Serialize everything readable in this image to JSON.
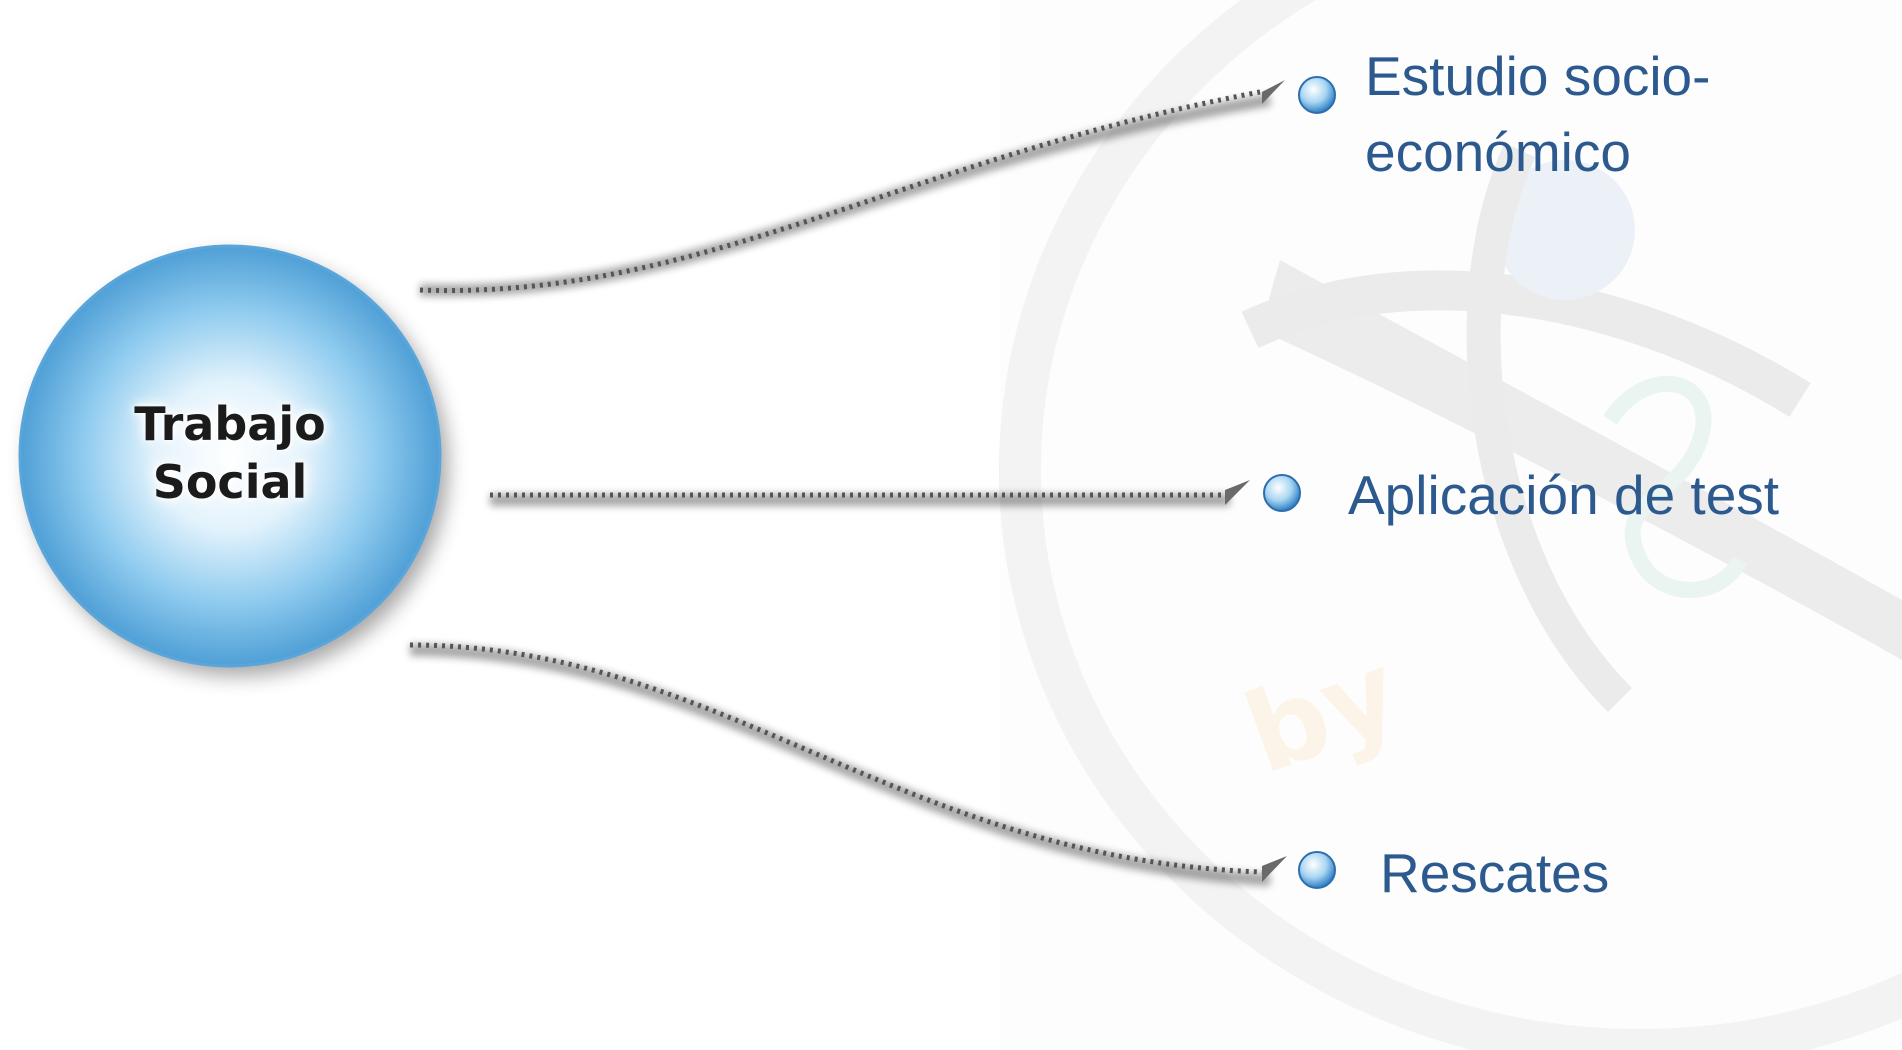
{
  "diagram": {
    "hub": {
      "lines": [
        "Trabajo",
        "Social"
      ]
    },
    "branches": [
      {
        "lines": [
          "Estudio socio-",
          "económico"
        ]
      },
      {
        "lines": [
          "Aplicación de test"
        ]
      },
      {
        "lines": [
          "Rescates"
        ]
      }
    ]
  },
  "colors": {
    "hub_fill": "#8fcbef",
    "hub_edge": "#4f9fd6",
    "branch_text": "#2c5a8f",
    "connector": "#5a5a5a",
    "watermark_gray": "#e4e4e4",
    "watermark_orange": "#f3c98a"
  },
  "icons": {
    "watermark": "caduceus-emblem-watermark",
    "bullet": "blue-sphere-bullet",
    "arrowhead": "arrowhead"
  }
}
